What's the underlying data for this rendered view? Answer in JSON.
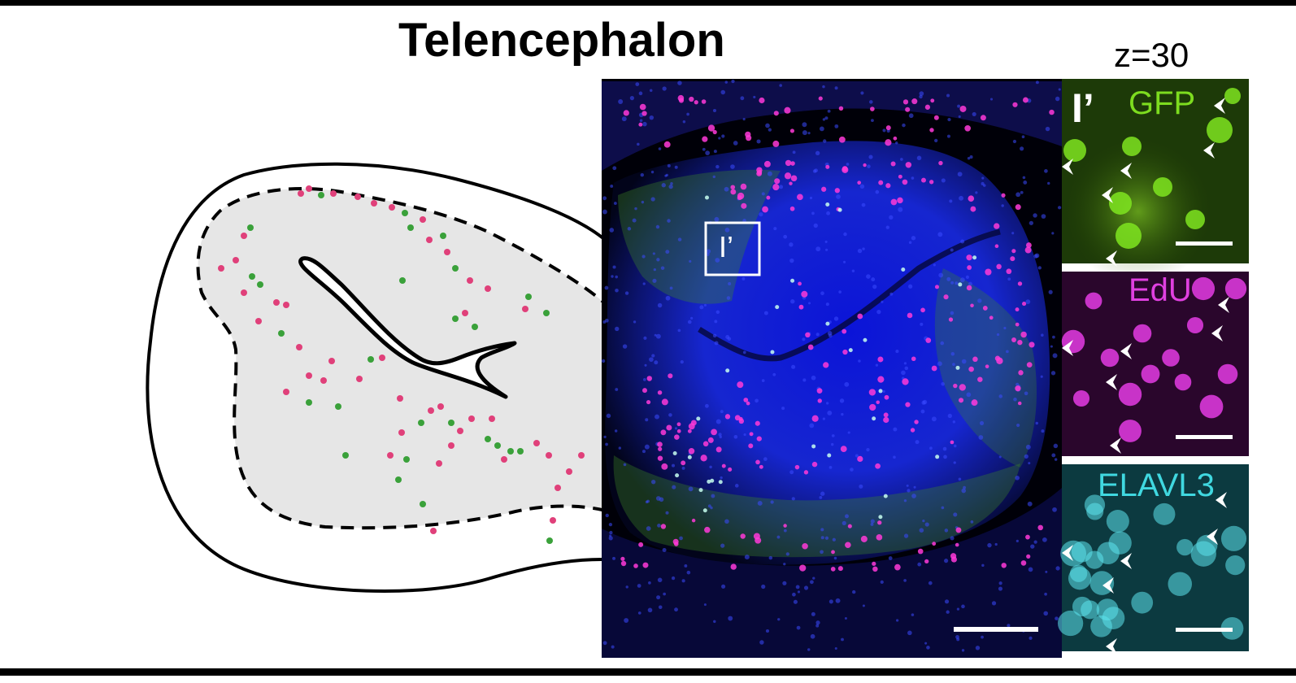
{
  "figure": {
    "title": "Telencephalon",
    "z_label": "z=30",
    "inset_label": "I’",
    "panels": [
      {
        "letter": "I’",
        "channel": "GFP",
        "color": "#7ddc1f"
      },
      {
        "letter": "",
        "channel": "EdU",
        "color": "#e040e0"
      },
      {
        "letter": "",
        "channel": "ELAVL3",
        "color": "#40d8e0"
      }
    ],
    "colors": {
      "dapi": "#1a22e0",
      "gfp": "#3aa13a",
      "edu": "#e0407a",
      "schematic_fill": "#e6e6e6"
    }
  }
}
